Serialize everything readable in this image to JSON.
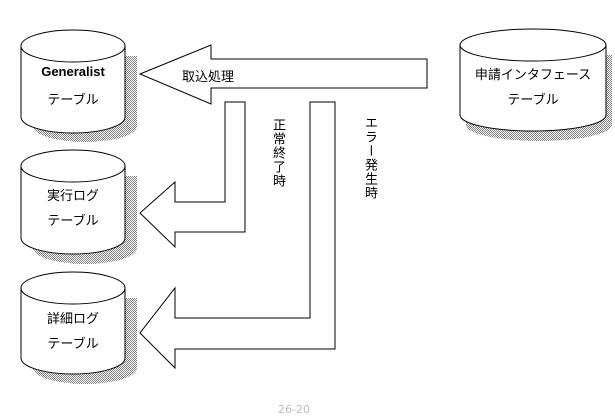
{
  "diagram": {
    "tables": {
      "generalist": {
        "line1": "Generalist",
        "line2": "テーブル"
      },
      "execution_log": {
        "line1": "実行ログ",
        "line2": "テーブル"
      },
      "detail_log": {
        "line1": "詳細ログ",
        "line2": "テーブル"
      },
      "application_interface": {
        "line1": "申請インタフェース",
        "line2": "テーブル"
      }
    },
    "arrows": {
      "import": {
        "label": "取込処理"
      },
      "normal_end": {
        "label": "正常終了時"
      },
      "error": {
        "label": "エラー発生時"
      }
    },
    "colors": {
      "stroke": "#000000",
      "fill": "#ffffff",
      "shadow": "#999999"
    }
  },
  "footer": {
    "page_number": "26-20"
  }
}
